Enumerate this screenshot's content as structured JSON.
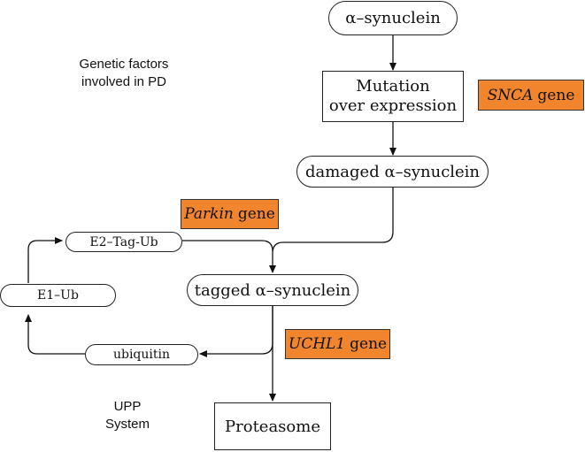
{
  "title_lines": [
    "Genetic factors",
    "involved in PD"
  ],
  "system_lines": [
    "UPP",
    "System"
  ],
  "nodes": {
    "alpha_synuclein": "α–synuclein",
    "mutation_line1": "Mutation",
    "mutation_line2": "over expression",
    "damaged": "damaged α–synuclein",
    "tagged": "tagged α–synuclein",
    "proteasome": "Proteasome",
    "e2_tag_ub": "E2–Tag-Ub",
    "e1_ub": "E1–Ub",
    "ubiquitin": "ubiquitin"
  },
  "genes": {
    "snca": {
      "name": "SNCA",
      "suffix": "gene"
    },
    "parkin": {
      "name": "Parkin",
      "suffix": "gene"
    },
    "uchl1": {
      "name": "UCHL1",
      "suffix": "gene"
    }
  },
  "colors": {
    "gene_fill": "#f0852d",
    "stroke": "#222222"
  }
}
